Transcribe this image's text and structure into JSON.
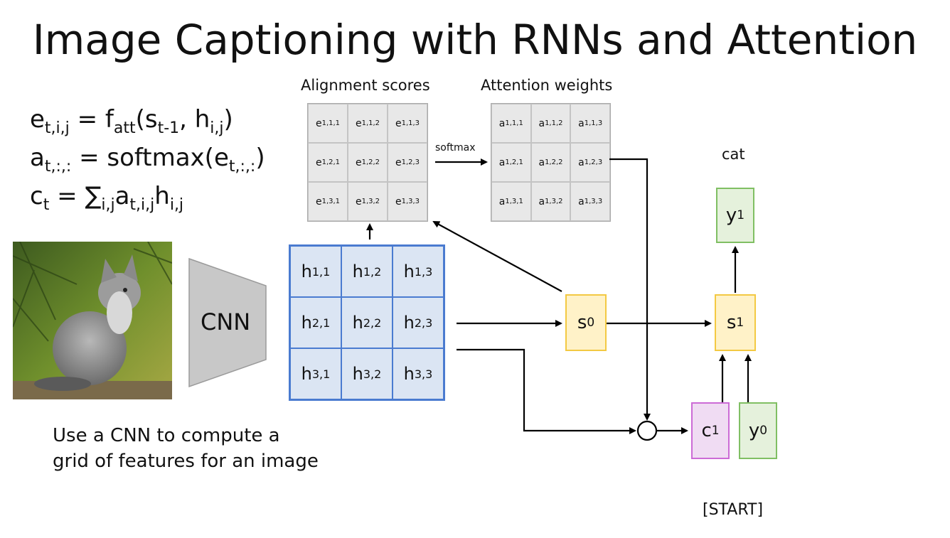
{
  "title": "Image Captioning with RNNs and Attention",
  "equations": {
    "e": {
      "lhs_base": "e",
      "lhs_sub": "t,i,j",
      "eq": " = f",
      "f_sub": "att",
      "args_a": "(s",
      "args_a_sub": "t-1",
      "args_b": ", h",
      "args_b_sub": "i,j",
      "close": ")"
    },
    "a": {
      "lhs_base": "a",
      "lhs_sub": "t,:,:",
      "eq": " = softmax(e",
      "arg_sub": "t,:,:",
      "close": ")"
    },
    "c": {
      "lhs_base": "c",
      "lhs_sub": "t",
      "eq": " = ∑",
      "sum_sub": "i,j",
      "a_base": "a",
      "a_sub": "t,i,j",
      "h_base": "h",
      "h_sub": "i,j"
    }
  },
  "labels": {
    "alignment_scores": "Alignment scores",
    "attention_weights": "Attention weights",
    "softmax": "softmax",
    "cat": "cat",
    "cnn": "CNN",
    "start": "[START]",
    "caption_line1": "Use a CNN to compute a",
    "caption_line2": "grid of features for an image"
  },
  "alignment_grid": [
    {
      "b": "e",
      "s": "1,1,1"
    },
    {
      "b": "e",
      "s": "1,1,2"
    },
    {
      "b": "e",
      "s": "1,1,3"
    },
    {
      "b": "e",
      "s": "1,2,1"
    },
    {
      "b": "e",
      "s": "1,2,2"
    },
    {
      "b": "e",
      "s": "1,2,3"
    },
    {
      "b": "e",
      "s": "1,3,1"
    },
    {
      "b": "e",
      "s": "1,3,2"
    },
    {
      "b": "e",
      "s": "1,3,3"
    }
  ],
  "attention_grid": [
    {
      "b": "a",
      "s": "1,1,1"
    },
    {
      "b": "a",
      "s": "1,1,2"
    },
    {
      "b": "a",
      "s": "1,1,3"
    },
    {
      "b": "a",
      "s": "1,2,1"
    },
    {
      "b": "a",
      "s": "1,2,2"
    },
    {
      "b": "a",
      "s": "1,2,3"
    },
    {
      "b": "a",
      "s": "1,3,1"
    },
    {
      "b": "a",
      "s": "1,3,2"
    },
    {
      "b": "a",
      "s": "1,3,3"
    }
  ],
  "feature_grid": [
    {
      "b": "h",
      "s": "1,1"
    },
    {
      "b": "h",
      "s": "1,2"
    },
    {
      "b": "h",
      "s": "1,3"
    },
    {
      "b": "h",
      "s": "2,1"
    },
    {
      "b": "h",
      "s": "2,2"
    },
    {
      "b": "h",
      "s": "2,3"
    },
    {
      "b": "h",
      "s": "3,1"
    },
    {
      "b": "h",
      "s": "3,2"
    },
    {
      "b": "h",
      "s": "3,3"
    }
  ],
  "nodes": {
    "s0": {
      "b": "s",
      "s": "0"
    },
    "s1": {
      "b": "s",
      "s": "1"
    },
    "y1": {
      "b": "y",
      "s": "1"
    },
    "c1": {
      "b": "c",
      "s": "1"
    },
    "y0": {
      "b": "y",
      "s": "0"
    }
  },
  "colors": {
    "state_fill": "#fff2c8",
    "state_border": "#f3c943",
    "output_fill": "#e5f1dc",
    "output_border": "#80bf63",
    "context_fill": "#f0dcf3",
    "context_border": "#cc6bd6",
    "feature_fill": "#dbe5f3",
    "feature_border": "#4a7bd0",
    "score_fill": "#e8e8e8",
    "cnn_fill": "#c8c8c8"
  }
}
